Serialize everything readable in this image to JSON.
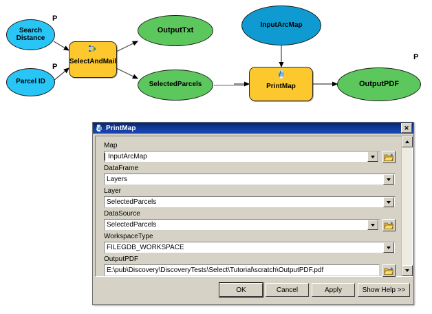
{
  "diagram": {
    "nodes": [
      {
        "id": "search-distance",
        "label": "Search\nDistance",
        "type": "variable-input",
        "color": "#29c5f6",
        "shape": "ellipse",
        "parameter": "P"
      },
      {
        "id": "parcel-id",
        "label": "Parcel ID",
        "type": "variable-input",
        "color": "#29c5f6",
        "shape": "ellipse",
        "parameter": "P"
      },
      {
        "id": "select-and-mail",
        "label": "SelectAndMail",
        "type": "tool",
        "color": "#fcc82e",
        "shape": "process"
      },
      {
        "id": "output-txt",
        "label": "OutputTxt",
        "type": "variable-output",
        "color": "#5cc75c",
        "shape": "ellipse"
      },
      {
        "id": "selected-parcels",
        "label": "SelectedParcels",
        "type": "variable-output",
        "color": "#5cc75c",
        "shape": "ellipse"
      },
      {
        "id": "input-arcmap",
        "label": "InputArcMap",
        "type": "variable-input",
        "color": "#0f9bd1",
        "shape": "ellipse"
      },
      {
        "id": "print-map",
        "label": "PrintMap",
        "type": "tool",
        "color": "#fcc82e",
        "shape": "process"
      },
      {
        "id": "output-pdf",
        "label": "OutputPDF",
        "type": "variable-output",
        "color": "#5cc75c",
        "shape": "ellipse",
        "parameter": "P"
      }
    ],
    "parameter_marker": "P",
    "labels": {
      "search_distance_line1": "Search",
      "search_distance_line2": "Distance",
      "parcel_id": "Parcel ID",
      "select_and_mail": "SelectAndMail",
      "output_txt": "OutputTxt",
      "selected_parcels": "SelectedParcels",
      "input_arcmap": "InputArcMap",
      "print_map": "PrintMap",
      "output_pdf": "OutputPDF"
    }
  },
  "dialog": {
    "title": "PrintMap",
    "close_label": "✕",
    "fields": [
      {
        "name": "map",
        "label": "Map",
        "value": "InputArcMap",
        "has_dropdown": true,
        "has_browse": true
      },
      {
        "name": "dataframe",
        "label": "DataFrame",
        "value": "Layers",
        "has_dropdown": true,
        "has_browse": false
      },
      {
        "name": "layer",
        "label": "Layer",
        "value": "SelectedParcels",
        "has_dropdown": true,
        "has_browse": false
      },
      {
        "name": "datasource",
        "label": "DataSource",
        "value": "SelectedParcels",
        "has_dropdown": true,
        "has_browse": true
      },
      {
        "name": "workspacetype",
        "label": "WorkspaceType",
        "value": "FILEGDB_WORKSPACE",
        "has_dropdown": true,
        "has_browse": false
      },
      {
        "name": "outputpdf",
        "label": "OutputPDF",
        "value": "E:\\pub\\Discovery\\DiscoveryTests\\Select\\Tutorial\\scratch\\OutputPDF.pdf",
        "has_dropdown": false,
        "has_browse": true
      }
    ],
    "buttons": [
      {
        "name": "ok",
        "label": "OK",
        "default": true
      },
      {
        "name": "cancel",
        "label": "Cancel",
        "default": false
      },
      {
        "name": "apply",
        "label": "Apply",
        "default": false
      },
      {
        "name": "show-help",
        "label": "Show Help >>",
        "default": false
      }
    ]
  },
  "colors": {
    "input_variable": "#29c5f6",
    "input_arcmap": "#0f9bd1",
    "output_variable": "#5cc75c",
    "tool": "#fcc82e",
    "titlebar": "#0a246a",
    "dialog_face": "#d6d2c6"
  }
}
